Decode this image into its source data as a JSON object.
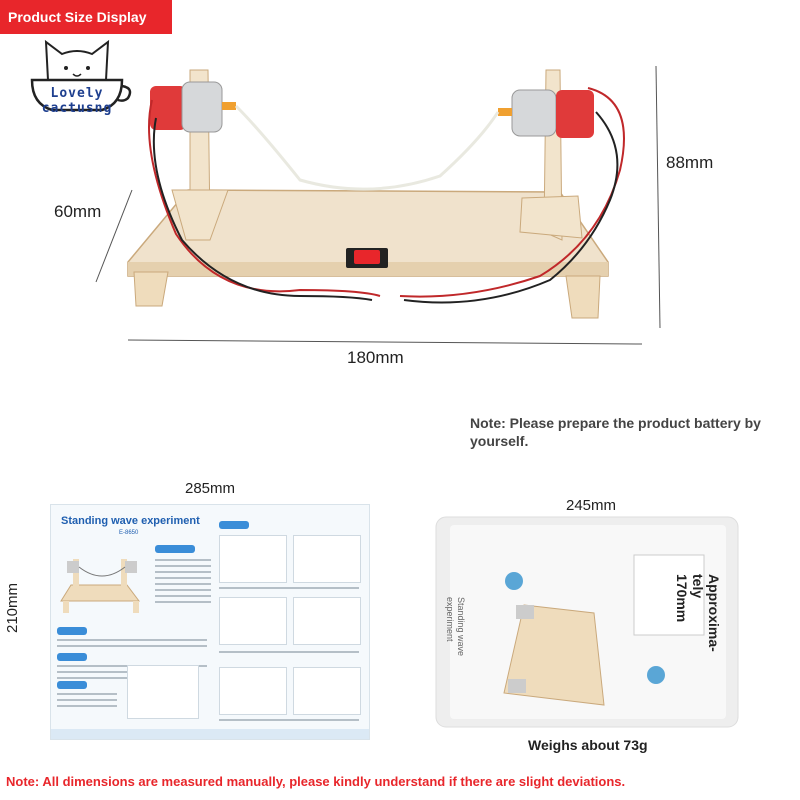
{
  "banner": {
    "label": "Product Size Display",
    "color": "#e8262b"
  },
  "logo": {
    "line1": "Lovely",
    "line2": "cactusng",
    "icon": "cat-in-cup-logo"
  },
  "dimensions": {
    "height": "88mm",
    "depth": "60mm",
    "length": "180mm",
    "manual_width": "285mm",
    "manual_height": "210mm",
    "package_width": "245mm",
    "package_height": "Approxima-tely 170mm"
  },
  "manual": {
    "title": "Standing wave experiment",
    "code": "E-8650"
  },
  "package": {
    "side_text": "Standing wave experiment"
  },
  "notes": {
    "battery": "Note: Please prepare the product battery by yourself.",
    "weight": "Weighs about 73g",
    "disclaimer": "Note: All dimensions are measured manually, please kindly understand if there are slight deviations."
  }
}
